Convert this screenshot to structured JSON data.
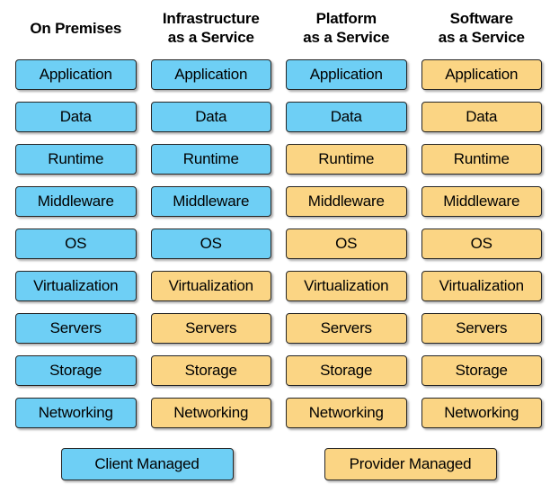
{
  "colors": {
    "client_managed": "#6ECFF5",
    "provider_managed": "#FBD584",
    "box_border": "#262626"
  },
  "columns": [
    {
      "id": "on-premises",
      "title_lines": [
        "On Premises"
      ],
      "layers": [
        {
          "label": "Application",
          "managed": "client"
        },
        {
          "label": "Data",
          "managed": "client"
        },
        {
          "label": "Runtime",
          "managed": "client"
        },
        {
          "label": "Middleware",
          "managed": "client"
        },
        {
          "label": "OS",
          "managed": "client"
        },
        {
          "label": "Virtualization",
          "managed": "client"
        },
        {
          "label": "Servers",
          "managed": "client"
        },
        {
          "label": "Storage",
          "managed": "client"
        },
        {
          "label": "Networking",
          "managed": "client"
        }
      ]
    },
    {
      "id": "infrastructure-as-a-service",
      "title_lines": [
        "Infrastructure",
        "as a Service"
      ],
      "layers": [
        {
          "label": "Application",
          "managed": "client"
        },
        {
          "label": "Data",
          "managed": "client"
        },
        {
          "label": "Runtime",
          "managed": "client"
        },
        {
          "label": "Middleware",
          "managed": "client"
        },
        {
          "label": "OS",
          "managed": "client"
        },
        {
          "label": "Virtualization",
          "managed": "provider"
        },
        {
          "label": "Servers",
          "managed": "provider"
        },
        {
          "label": "Storage",
          "managed": "provider"
        },
        {
          "label": "Networking",
          "managed": "provider"
        }
      ]
    },
    {
      "id": "platform-as-a-service",
      "title_lines": [
        "Platform",
        "as a Service"
      ],
      "layers": [
        {
          "label": "Application",
          "managed": "client"
        },
        {
          "label": "Data",
          "managed": "client"
        },
        {
          "label": "Runtime",
          "managed": "provider"
        },
        {
          "label": "Middleware",
          "managed": "provider"
        },
        {
          "label": "OS",
          "managed": "provider"
        },
        {
          "label": "Virtualization",
          "managed": "provider"
        },
        {
          "label": "Servers",
          "managed": "provider"
        },
        {
          "label": "Storage",
          "managed": "provider"
        },
        {
          "label": "Networking",
          "managed": "provider"
        }
      ]
    },
    {
      "id": "software-as-a-service",
      "title_lines": [
        "Software",
        "as a Service"
      ],
      "layers": [
        {
          "label": "Application",
          "managed": "provider"
        },
        {
          "label": "Data",
          "managed": "provider"
        },
        {
          "label": "Runtime",
          "managed": "provider"
        },
        {
          "label": "Middleware",
          "managed": "provider"
        },
        {
          "label": "OS",
          "managed": "provider"
        },
        {
          "label": "Virtualization",
          "managed": "provider"
        },
        {
          "label": "Servers",
          "managed": "provider"
        },
        {
          "label": "Storage",
          "managed": "provider"
        },
        {
          "label": "Networking",
          "managed": "provider"
        }
      ]
    }
  ],
  "legend": [
    {
      "id": "client-managed",
      "label": "Client Managed",
      "managed": "client"
    },
    {
      "id": "provider-managed",
      "label": "Provider Managed",
      "managed": "provider"
    }
  ]
}
